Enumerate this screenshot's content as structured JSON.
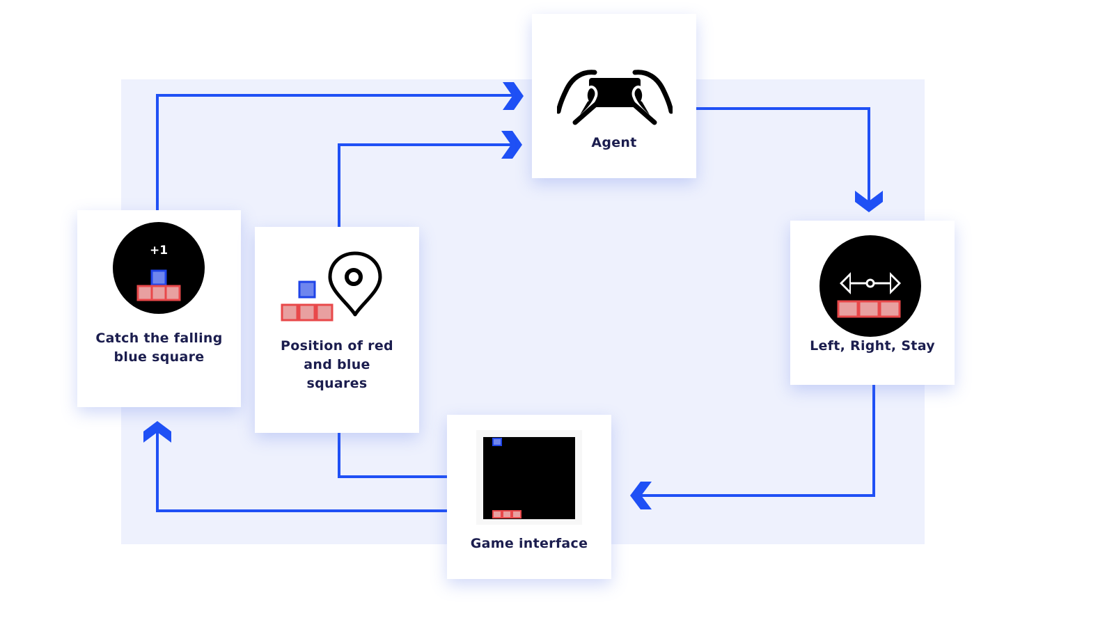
{
  "colors": {
    "accent_blue": "#1f50f5",
    "panel_bg": "#eef1fd",
    "label_text": "#1b1d4e",
    "red_square": "#e8484a",
    "blue_square": "#2f56f2"
  },
  "nodes": {
    "agent": {
      "label": "Agent",
      "icon": "game-controller-hands-icon"
    },
    "reward": {
      "label_line1": "Catch the falling",
      "label_line2": "blue square",
      "badge": "+1",
      "icon": "reward-icon"
    },
    "state": {
      "label_line1": "Position of red",
      "label_line2": "and blue",
      "label_line3": "squares",
      "icon": "location-pin-icon"
    },
    "action": {
      "label": "Left, Right, Stay",
      "icon": "left-right-arrow-icon"
    },
    "environment": {
      "label": "Game interface",
      "icon": "game-screen-icon"
    }
  }
}
